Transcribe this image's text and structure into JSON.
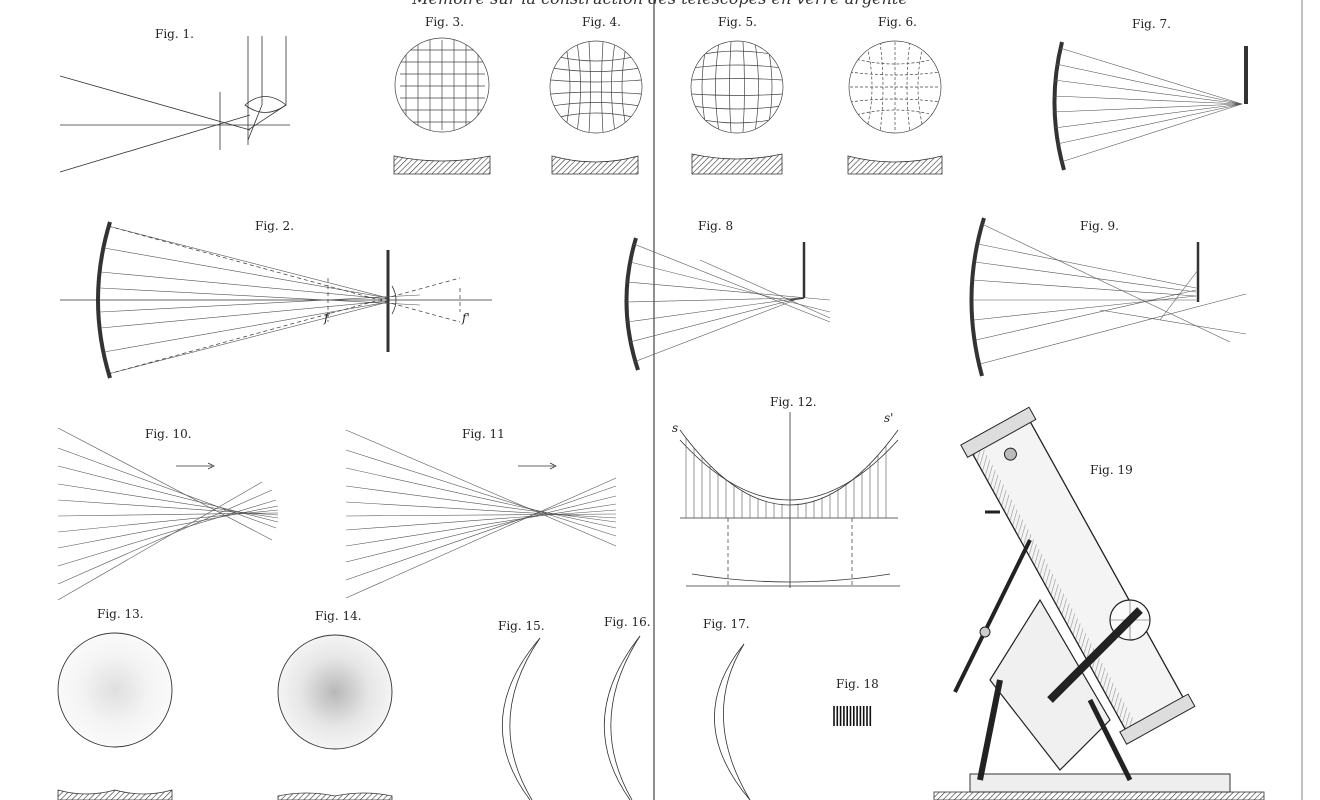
{
  "plate": {
    "title": "Mémoire sur la construction des télescopes en verre argenté"
  },
  "figures": {
    "fig1": "Fig. 1.",
    "fig2": "Fig. 2.",
    "fig3": "Fig. 3.",
    "fig4": "Fig. 4.",
    "fig5": "Fig. 5.",
    "fig6": "Fig. 6.",
    "fig7": "Fig. 7.",
    "fig8": "Fig. 8",
    "fig9": "Fig. 9.",
    "fig10": "Fig. 10.",
    "fig11": "Fig. 11",
    "fig12": "Fig. 12.",
    "fig13": "Fig. 13.",
    "fig14": "Fig. 14.",
    "fig15": "Fig. 15.",
    "fig16": "Fig. 16.",
    "fig17": "Fig. 17.",
    "fig18": "Fig. 18",
    "fig19": "Fig. 19"
  },
  "letters": {
    "fig2_f": "f",
    "fig2_fprime": "f'",
    "fig12_s": "s",
    "fig12_sprime": "s'"
  }
}
